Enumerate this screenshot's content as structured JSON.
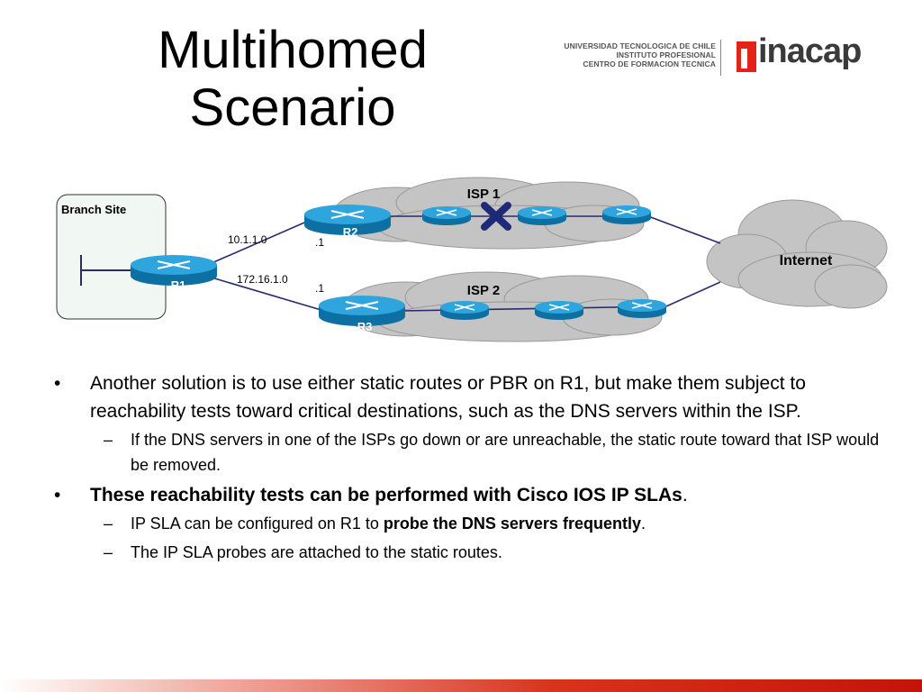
{
  "slide": {
    "title_line1": "Multihomed",
    "title_line2": "Scenario"
  },
  "logo": {
    "line1": "UNIVERSIDAD TECNOLOGICA DE CHILE",
    "line2": "INSTITUTO PROFESIONAL",
    "line3": "CENTRO DE FORMACION TECNICA",
    "word": "inacap",
    "colors": {
      "mark": "#e2231a",
      "text": "#3a3a3a"
    }
  },
  "diagram": {
    "branch_label": "Branch Site",
    "isp1_label": "ISP 1",
    "isp2_label": "ISP 2",
    "internet_label": "Internet",
    "r1_label": "R1",
    "r2_label": "R2",
    "r3_label": "R3",
    "net1": "10.1.1.0",
    "net2": "172.16.1.0",
    "r2_host": ".1",
    "r3_host": ".1",
    "colors": {
      "router": "#1a8fc9",
      "cloud": "#c8c8c8",
      "link": "#2a2a6e",
      "failure": "#1e2a78"
    }
  },
  "content": {
    "b1": "Another solution is to use either static routes or PBR on R1, but make them subject to reachability tests toward critical destinations, such as the DNS servers within the ISP.",
    "s1": "If the DNS servers in one of the ISPs go down or are unreachable, the static route toward that ISP would be removed.",
    "b2_bold": "These reachability tests can be performed with Cisco IOS IP SLAs",
    "b2_end": ".",
    "s2_pre": "IP SLA can be configured on R1 to ",
    "s2_bold": "probe the DNS servers frequently",
    "s2_end": ".",
    "s3": "The IP SLA  probes are attached to the static routes.",
    "bullet_mark": "•",
    "sub_mark": "–"
  },
  "theme": {
    "footer_accent": "#c4140a"
  }
}
